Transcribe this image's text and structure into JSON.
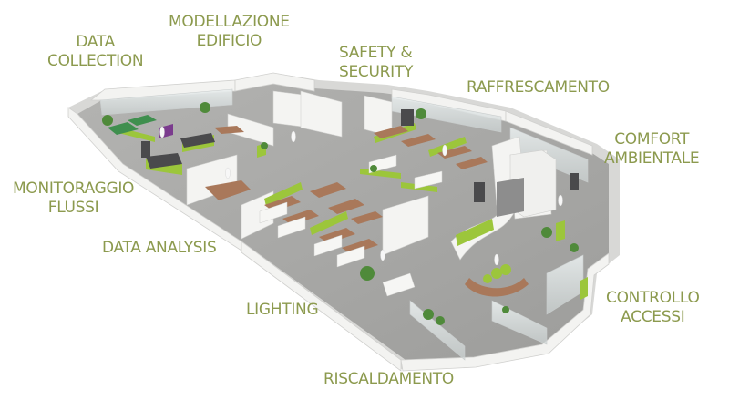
{
  "labels": {
    "data_collection": {
      "line1": "DATA",
      "line2": "COLLECTION"
    },
    "modellazione_edificio": {
      "line1": "MODELLAZIONE",
      "line2": "EDIFICIO"
    },
    "safety_security": {
      "line1": "SAFETY &",
      "line2": "SECURITY"
    },
    "raffrescamento": {
      "line1": "RAFFRESCAMENTO"
    },
    "comfort_ambientale": {
      "line1": "COMFORT",
      "line2": "AMBIENTALE"
    },
    "monitoraggio_flussi": {
      "line1": "MONITORAGGIO",
      "line2": "FLUSSI"
    },
    "data_analysis": {
      "line1": "DATA ANALYSIS"
    },
    "lighting": {
      "line1": "LIGHTING"
    },
    "controllo_accessi": {
      "line1": "CONTROLLO",
      "line2": "ACCESSI"
    },
    "riscaldamento": {
      "line1": "RISCALDAMENTO"
    }
  },
  "colors": {
    "label_text": "#8c9a4e",
    "accent_green": "#9cc63b",
    "floor": "#a9a9a7",
    "wall": "#f2f2f0",
    "wood": "#a9785a"
  },
  "illustration": {
    "description": "isometric 3D office floor plan"
  }
}
